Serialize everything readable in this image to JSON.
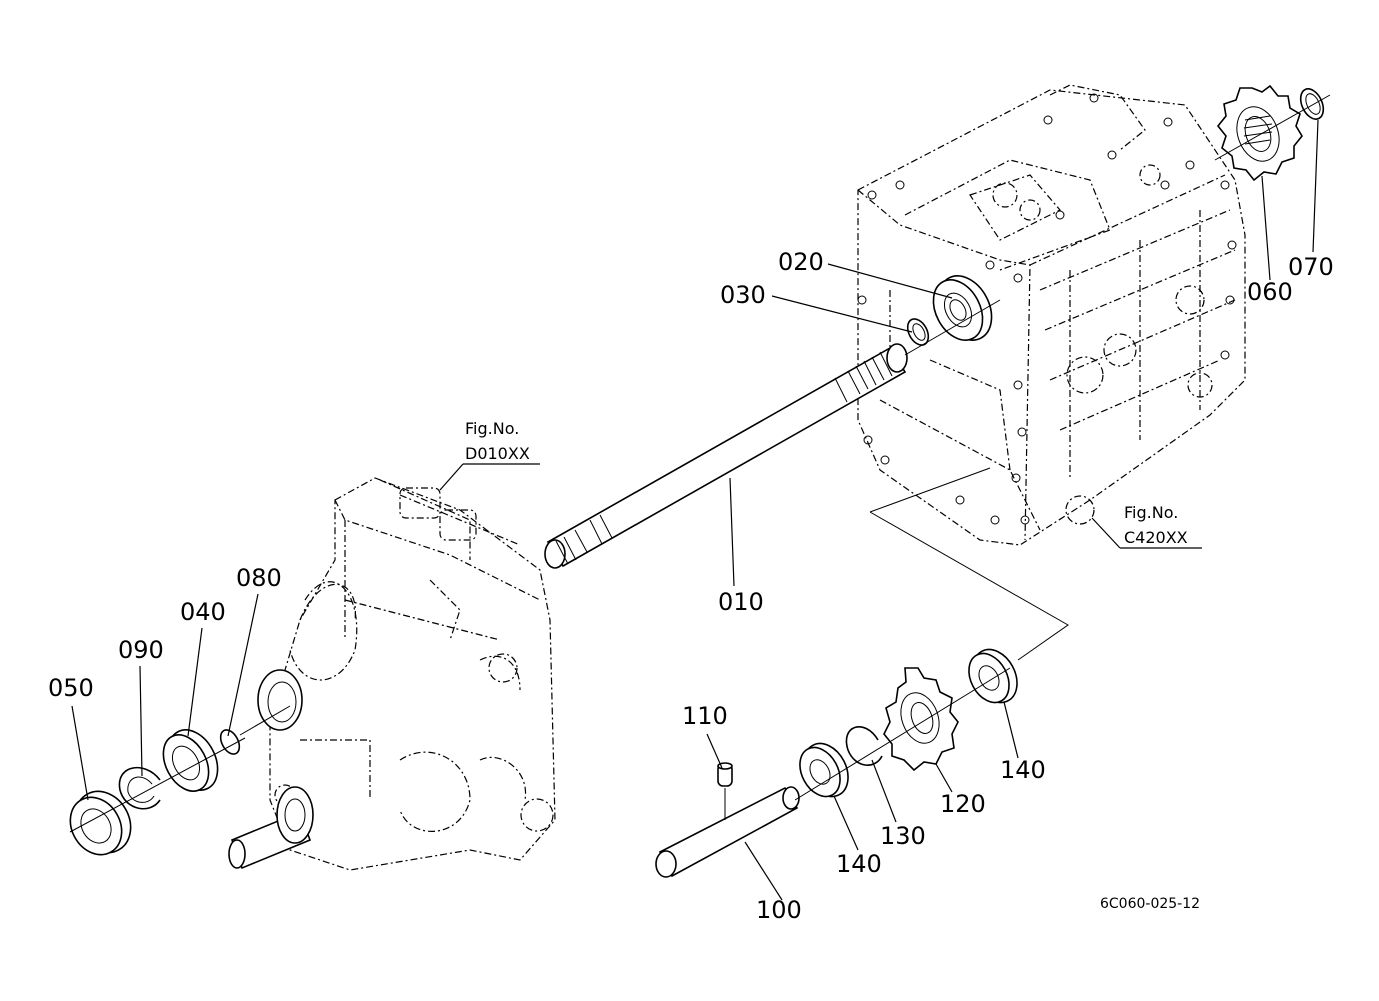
{
  "diagram": {
    "drawing_code": "6C060-025-12",
    "references": [
      {
        "id": "fig-d010",
        "caption": "Fig.No.",
        "code": "D010XX"
      },
      {
        "id": "fig-c420",
        "caption": "Fig.No.",
        "code": "C420XX"
      }
    ],
    "callouts": [
      {
        "id": "010",
        "text": "010"
      },
      {
        "id": "020",
        "text": "020"
      },
      {
        "id": "030",
        "text": "030"
      },
      {
        "id": "040",
        "text": "040"
      },
      {
        "id": "050",
        "text": "050"
      },
      {
        "id": "060",
        "text": "060"
      },
      {
        "id": "070",
        "text": "070"
      },
      {
        "id": "080",
        "text": "080"
      },
      {
        "id": "090",
        "text": "090"
      },
      {
        "id": "100",
        "text": "100"
      },
      {
        "id": "110",
        "text": "110"
      },
      {
        "id": "120",
        "text": "120"
      },
      {
        "id": "130",
        "text": "130"
      },
      {
        "id": "140a",
        "text": "140"
      },
      {
        "id": "140b",
        "text": "140"
      }
    ]
  }
}
